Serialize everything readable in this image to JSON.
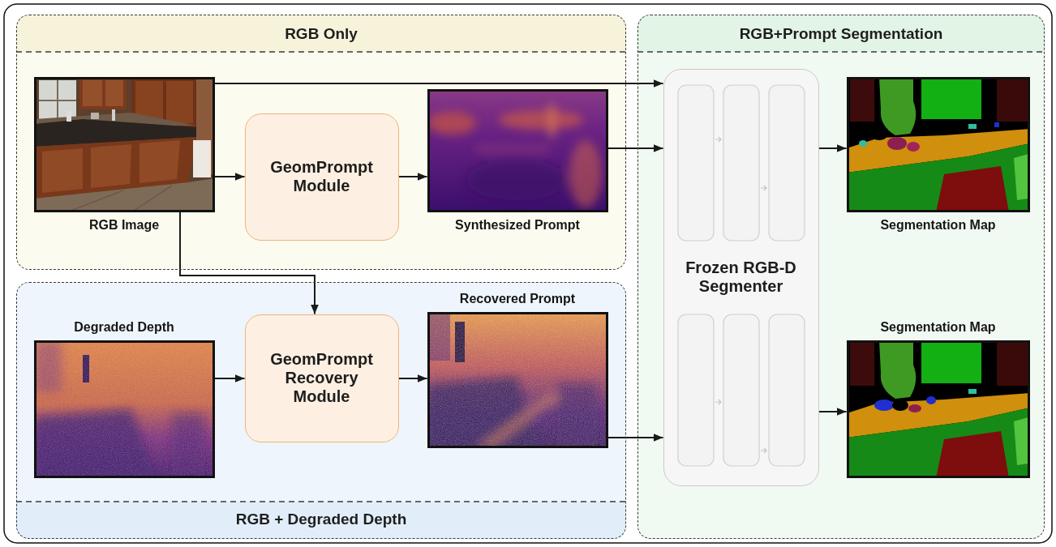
{
  "diagram": {
    "nodes": [
      {
        "text": [
          "RGB Only"
        ]
      },
      {
        "text": [
          "RGB Image"
        ],
        "in": 0
      },
      {
        "text": [
          "GeomPrompt Module"
        ],
        "in": 0
      },
      {
        "text": [
          "Synthesized Prompt"
        ],
        "in": 0
      },
      {
        "text": [
          "RGB + Degraded Depth"
        ]
      },
      {
        "text": [
          "Degraded Depth"
        ],
        "in": 4
      },
      {
        "text": [
          "GeomPrompt Recovery Module"
        ],
        "in": 4
      },
      {
        "text": [
          "Recovered Prompt"
        ],
        "in": 4
      },
      {
        "text": [
          "RGB+Prompt Segmentation"
        ]
      },
      {
        "text": [
          "Frozen RGB-D Segmenter"
        ],
        "in": 8
      },
      {
        "text": [
          "Segmentation Map"
        ],
        "in": 8
      },
      {
        "text": [
          "Segmentation Map"
        ],
        "in": 8
      }
    ],
    "edges": [
      {
        "from": 1,
        "to": 9,
        "arrow": "to"
      },
      {
        "from": 1,
        "to": 2,
        "arrow": "to"
      },
      {
        "from": 2,
        "to": 3,
        "arrow": "to"
      },
      {
        "from": 3,
        "to": 9,
        "arrow": "to"
      },
      {
        "from": 1,
        "to": 6,
        "arrow": "to"
      },
      {
        "from": 5,
        "to": 6,
        "arrow": "to"
      },
      {
        "from": 6,
        "to": 7,
        "arrow": "to"
      },
      {
        "from": 7,
        "to": 9,
        "arrow": "to"
      },
      {
        "from": 9,
        "to": 10,
        "arrow": "to"
      },
      {
        "from": 9,
        "to": 11,
        "arrow": "to"
      }
    ]
  }
}
